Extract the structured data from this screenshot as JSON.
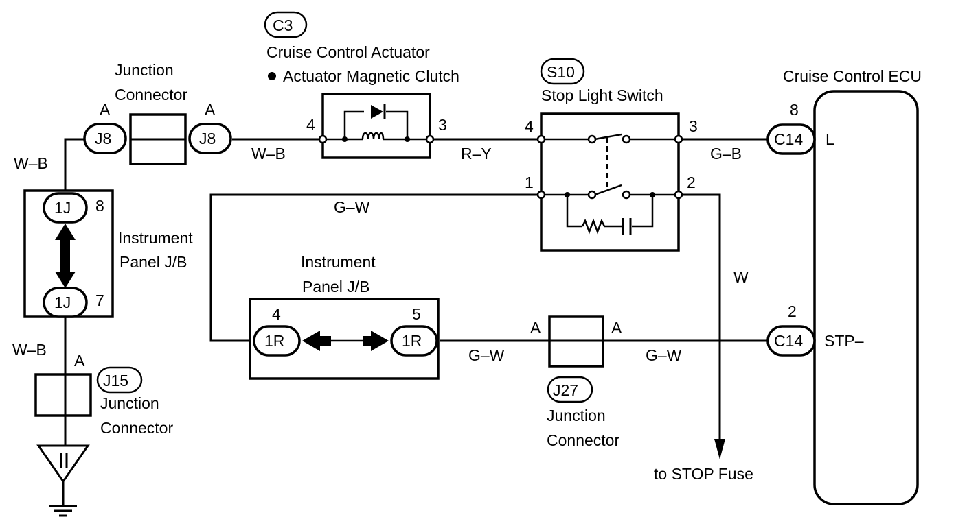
{
  "actuator": {
    "code": "C3",
    "title": "Cruise Control Actuator",
    "subtitle": "Actuator Magnetic Clutch",
    "pin_left": "4",
    "pin_right": "3"
  },
  "stop_switch": {
    "code": "S10",
    "title": "Stop Light Switch",
    "pin_top_left": "4",
    "pin_top_right": "3",
    "pin_mid_left": "1",
    "pin_mid_right": "2"
  },
  "ecu": {
    "title": "Cruise Control ECU",
    "terminal_l": "L",
    "terminal_stp": "STP–",
    "pin_l": "8",
    "pin_stp": "2",
    "connector": "C14"
  },
  "junction_j8": {
    "label_line1": "Junction",
    "label_line2": "Connector",
    "connector": "J8",
    "pin": "A"
  },
  "junction_j15": {
    "code": "J15",
    "label_line1": "Junction",
    "label_line2": "Connector",
    "pin": "A"
  },
  "junction_j27": {
    "code": "J27",
    "label_line1": "Junction",
    "label_line2": "Connector",
    "pin": "A"
  },
  "ip_jb_left": {
    "label_line1": "Instrument",
    "label_line2": "Panel J/B",
    "connector": "1J",
    "pin_top": "8",
    "pin_bottom": "7"
  },
  "ip_jb_mid": {
    "label_line1": "Instrument",
    "label_line2": "Panel J/B",
    "connector": "1R",
    "pin_left": "4",
    "pin_right": "5"
  },
  "wires": {
    "wb": "W–B",
    "ry": "R–Y",
    "gb": "G–B",
    "gw": "G–W",
    "w": "W"
  },
  "fuse_label": "to STOP Fuse",
  "colors": {
    "line": "#000000",
    "background": "#ffffff"
  }
}
